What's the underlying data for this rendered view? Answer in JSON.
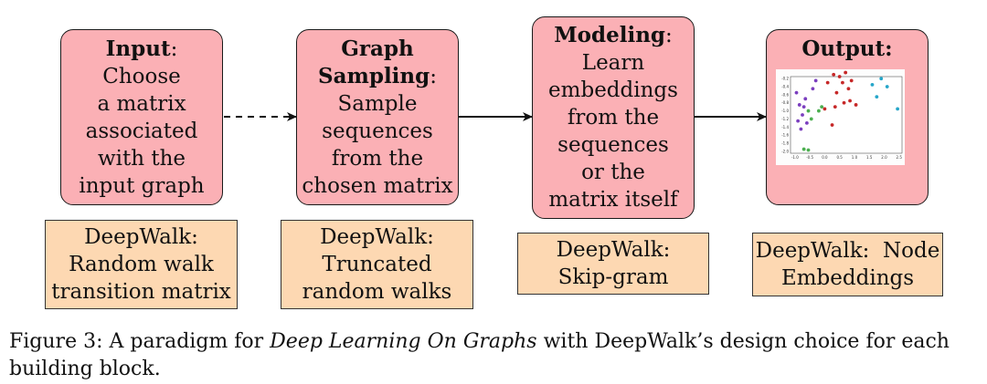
{
  "stages": [
    {
      "title": "Input",
      "suffix": ":",
      "lines": [
        "Choose",
        "a matrix",
        "associated",
        "with the",
        "input graph"
      ]
    },
    {
      "title_lines": [
        "Graph",
        "Sampling"
      ],
      "suffix": ":",
      "lines": [
        "Sample",
        "sequences",
        "from the",
        "chosen matrix"
      ]
    },
    {
      "title": "Modeling",
      "suffix": ":",
      "lines": [
        "Learn",
        "embeddings",
        "from the",
        "sequences",
        "or the",
        "matrix itself"
      ]
    },
    {
      "title": "Output:",
      "lines": []
    }
  ],
  "notes": [
    {
      "lines": [
        "DeepWalk:",
        "Random walk",
        "transition matrix"
      ]
    },
    {
      "lines": [
        "DeepWalk:",
        "Truncated",
        "random walks"
      ]
    },
    {
      "lines": [
        "DeepWalk:",
        "Skip-gram"
      ]
    },
    {
      "lines": [
        "DeepWalk:  Node",
        "Embeddings"
      ]
    }
  ],
  "caption": {
    "prefix": "Figure 3:  A paradigm for ",
    "italic": "Deep Learning On Graphs",
    "suffix": " with DeepWalk’s design choice for each building block."
  },
  "colors": {
    "stage_fill": "#fbb0b5",
    "note_fill": "#fdd8b2"
  },
  "plot_points": [
    {
      "x": -0.85,
      "y": -0.85,
      "c": "#7b3fbf"
    },
    {
      "x": -0.7,
      "y": -0.9,
      "c": "#7b3fbf"
    },
    {
      "x": -0.75,
      "y": -1.1,
      "c": "#7b3fbf"
    },
    {
      "x": -0.9,
      "y": -1.25,
      "c": "#7b3fbf"
    },
    {
      "x": -0.6,
      "y": -1.3,
      "c": "#7b3fbf"
    },
    {
      "x": -0.95,
      "y": -0.55,
      "c": "#7b3fbf"
    },
    {
      "x": -0.8,
      "y": -1.45,
      "c": "#7b3fbf"
    },
    {
      "x": -0.65,
      "y": -0.7,
      "c": "#7b3fbf"
    },
    {
      "x": -0.4,
      "y": -0.45,
      "c": "#7b3fbf"
    },
    {
      "x": -0.3,
      "y": -0.25,
      "c": "#7b3fbf"
    },
    {
      "x": -0.2,
      "y": -1.0,
      "c": "#4caf50"
    },
    {
      "x": -0.45,
      "y": -1.2,
      "c": "#4caf50"
    },
    {
      "x": -0.1,
      "y": -0.9,
      "c": "#4caf50"
    },
    {
      "x": -0.55,
      "y": -1.0,
      "c": "#4caf50"
    },
    {
      "x": -0.7,
      "y": -1.95,
      "c": "#4caf50"
    },
    {
      "x": -0.55,
      "y": -1.97,
      "c": "#4caf50"
    },
    {
      "x": 0.1,
      "y": -0.3,
      "c": "#c62828"
    },
    {
      "x": 0.3,
      "y": -0.1,
      "c": "#c62828"
    },
    {
      "x": 0.6,
      "y": -0.3,
      "c": "#c62828"
    },
    {
      "x": 0.8,
      "y": -0.45,
      "c": "#c62828"
    },
    {
      "x": 0.9,
      "y": -0.25,
      "c": "#c62828"
    },
    {
      "x": 0.85,
      "y": -0.75,
      "c": "#c62828"
    },
    {
      "x": 0.65,
      "y": -0.8,
      "c": "#c62828"
    },
    {
      "x": 1.05,
      "y": -0.85,
      "c": "#c62828"
    },
    {
      "x": 0.35,
      "y": -0.9,
      "c": "#c62828"
    },
    {
      "x": 0.4,
      "y": -0.55,
      "c": "#c62828"
    },
    {
      "x": 0.0,
      "y": -0.95,
      "c": "#c62828"
    },
    {
      "x": 0.25,
      "y": -1.35,
      "c": "#c62828"
    },
    {
      "x": 0.7,
      "y": -0.05,
      "c": "#c62828"
    },
    {
      "x": 0.5,
      "y": -0.15,
      "c": "#c62828"
    },
    {
      "x": 1.6,
      "y": -0.35,
      "c": "#26a6c9"
    },
    {
      "x": 1.9,
      "y": -0.2,
      "c": "#26a6c9"
    },
    {
      "x": 2.1,
      "y": -0.4,
      "c": "#26a6c9"
    },
    {
      "x": 2.45,
      "y": -0.95,
      "c": "#26a6c9"
    },
    {
      "x": 1.75,
      "y": -0.65,
      "c": "#26a6c9"
    }
  ],
  "plot_xticks": [
    "-1.0",
    "-0.5",
    "0.0",
    "0.5",
    "1.0",
    "1.5",
    "2.0",
    "2.5"
  ],
  "plot_yticks": [
    "-0.2",
    "-0.4",
    "-0.6",
    "-0.8",
    "-1.0",
    "-1.2",
    "-1.4",
    "-1.6",
    "-1.8",
    "-2.0"
  ]
}
